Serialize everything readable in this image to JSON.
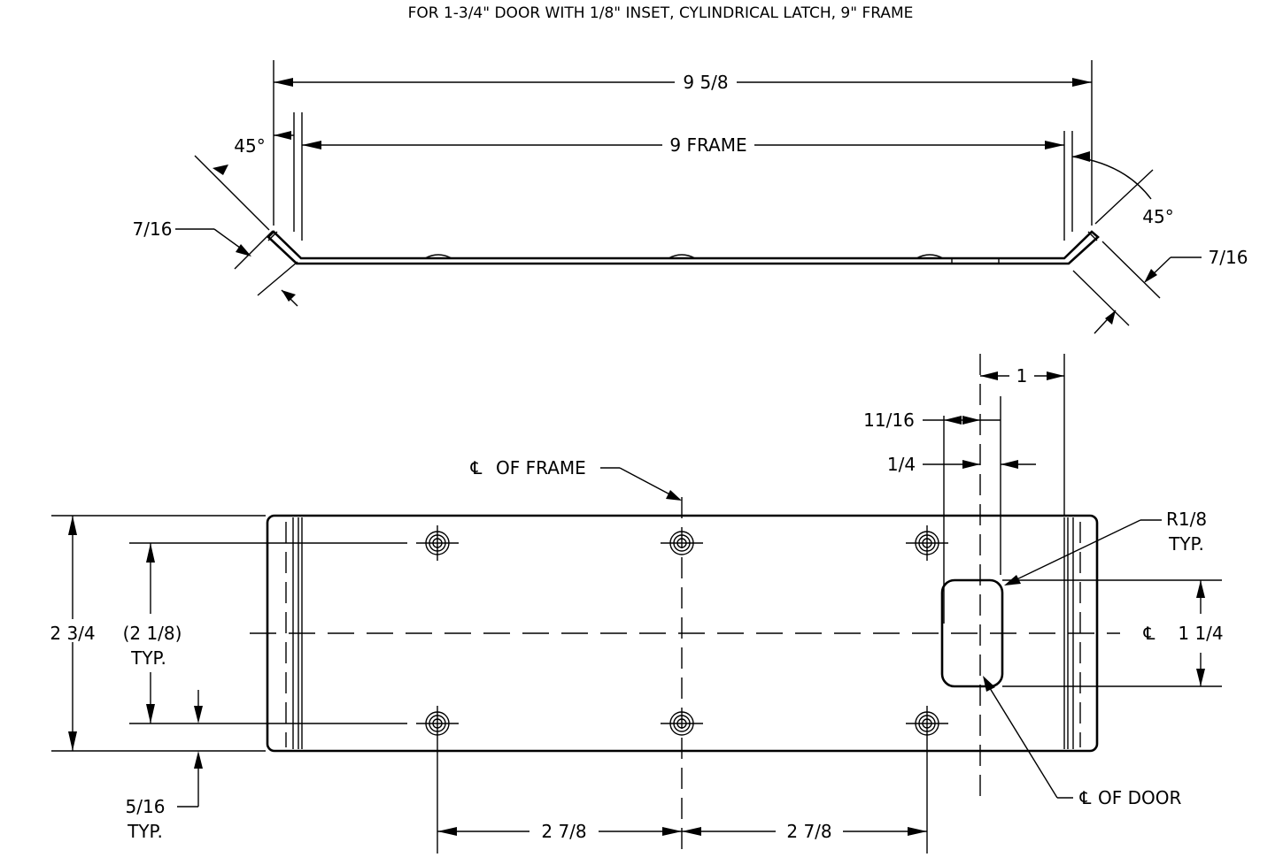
{
  "title": "FOR 1-3/4\" DOOR WITH 1/8\" INSET, CYLINDRICAL LATCH, 9\" FRAME",
  "top_view": {
    "overall_width": "9 5/8",
    "frame_width": "9 FRAME",
    "angle_left": "45°",
    "angle_right": "45°",
    "lip_left": "7/16",
    "lip_right": "7/16"
  },
  "plan_view": {
    "centerline_frame": "OF FRAME",
    "centerline_door": "OF DOOR",
    "centerline_symbol": "℄",
    "dim_1": "1",
    "dim_11_16": "11/16",
    "dim_1_4": "1/4",
    "radius_note": "R1/8",
    "radius_typ": "TYP.",
    "height_overall": "2 3/4",
    "hole_spacing_v": "(2 1/8)",
    "hole_spacing_typ": "TYP.",
    "cutout_height": "1 1/4",
    "edge_offset": "5/16",
    "edge_offset_typ": "TYP.",
    "hole_spacing_h_left": "2 7/8",
    "hole_spacing_h_right": "2 7/8"
  }
}
